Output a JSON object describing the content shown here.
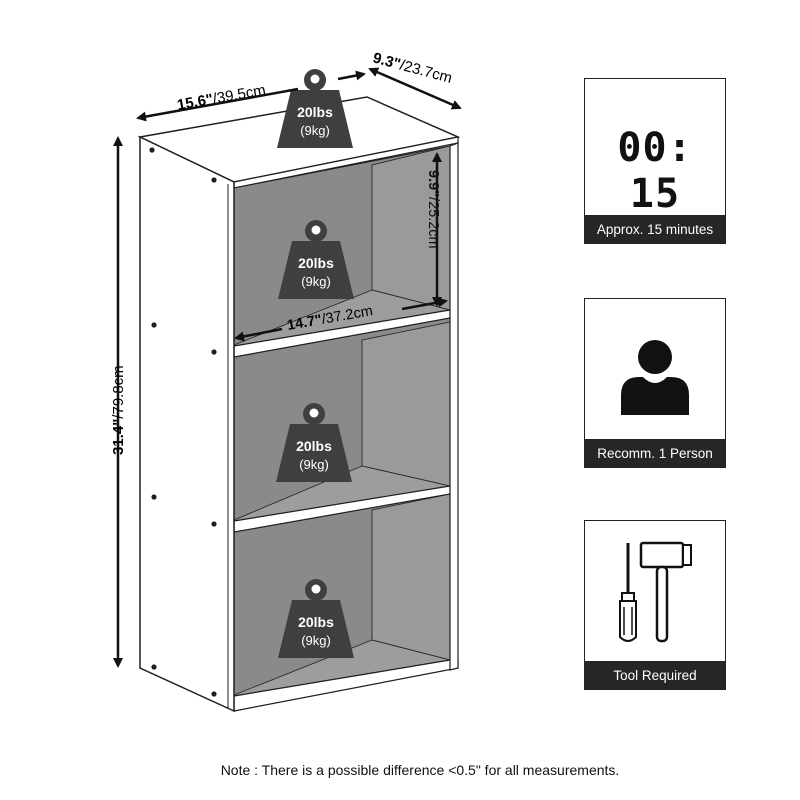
{
  "dimensions": {
    "width_in": "15.6\"",
    "width_cm": "/39.5cm",
    "depth_in": "9.3\"",
    "depth_cm": "/23.7cm",
    "height_in": "31.4\"",
    "height_cm": "/79.8cm",
    "inner_width_in": "14.7\"",
    "inner_width_cm": "/37.2cm",
    "shelf_height_in": "9.9\"",
    "shelf_height_cm": "/25.2cm"
  },
  "loads": [
    {
      "lbs": "20lbs",
      "kg": "(9kg)"
    },
    {
      "lbs": "20lbs",
      "kg": "(9kg)"
    },
    {
      "lbs": "20lbs",
      "kg": "(9kg)"
    },
    {
      "lbs": "20lbs",
      "kg": "(9kg)"
    }
  ],
  "features": [
    {
      "display": "00: 15",
      "caption": "Approx. 15 minutes",
      "icon": "stopwatch-icon"
    },
    {
      "caption": "Recomm. 1 Person",
      "icon": "person-icon"
    },
    {
      "caption": "Tool Required",
      "icon": "tools-icon"
    }
  ],
  "note": "Note : There is a possible difference <0.5\" for all measurements.",
  "colors": {
    "weight": "#3f3f3f",
    "inside": "#8a8a8a",
    "outline": "#1f1f1f"
  }
}
